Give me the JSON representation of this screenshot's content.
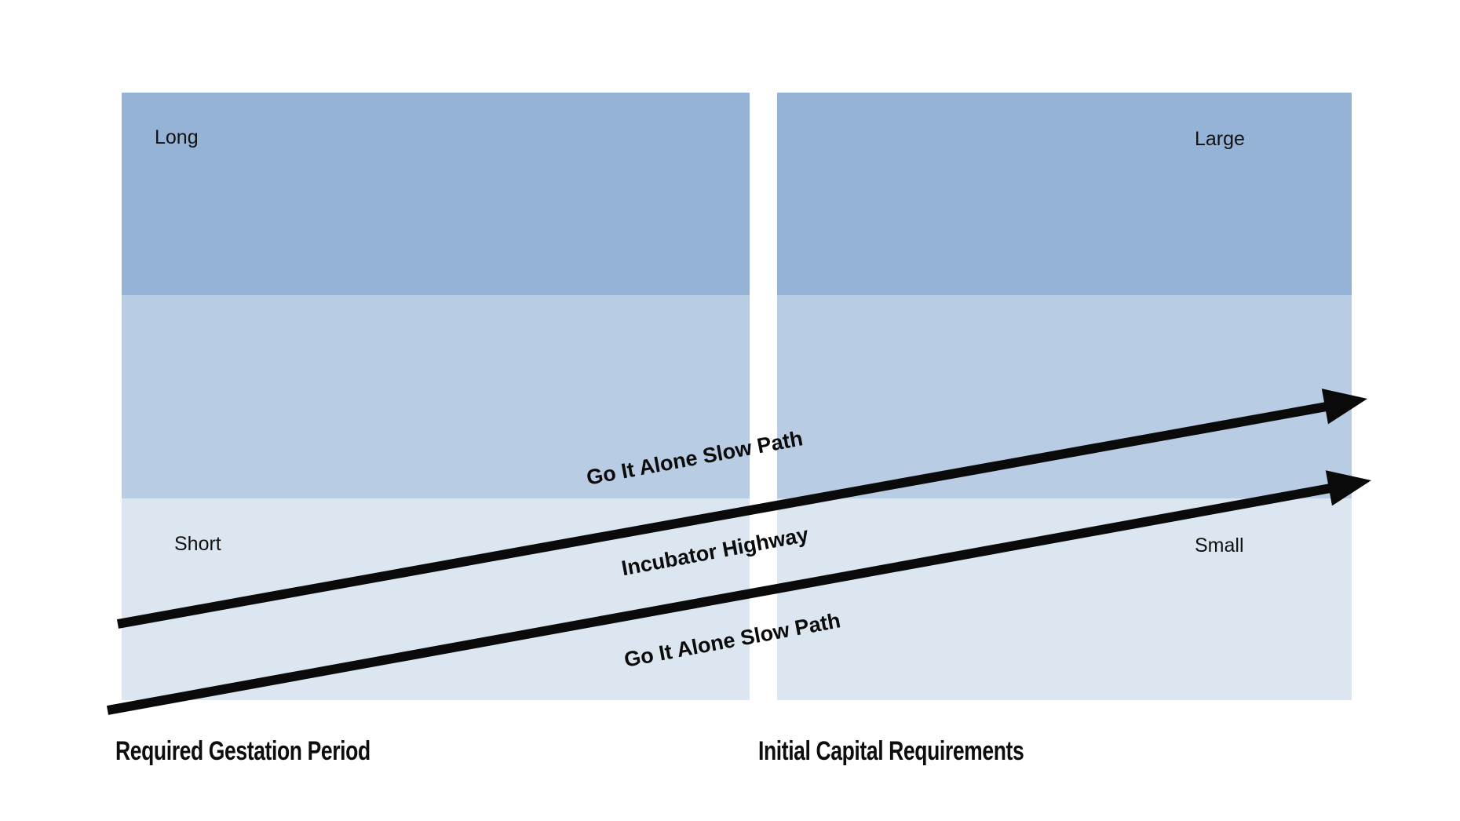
{
  "slide": {
    "left_panel": {
      "top_label": "Long",
      "bottom_label": "Short",
      "title": "Required Gestation Period"
    },
    "right_panel": {
      "top_label": "Large",
      "bottom_label": "Small",
      "title": "Initial Capital Requirements"
    },
    "paths": {
      "upper_label": "Go It Alone Slow Path",
      "middle_label": "Incubator Highway",
      "lower_label": "Go It Alone Slow Path"
    },
    "colors": {
      "band_top": "#95b3d7",
      "band_middle": "#b8cce4",
      "band_bottom": "#dce6f1",
      "arrow": "#0a0a0a",
      "text": "#111111",
      "background": "#ffffff"
    }
  }
}
